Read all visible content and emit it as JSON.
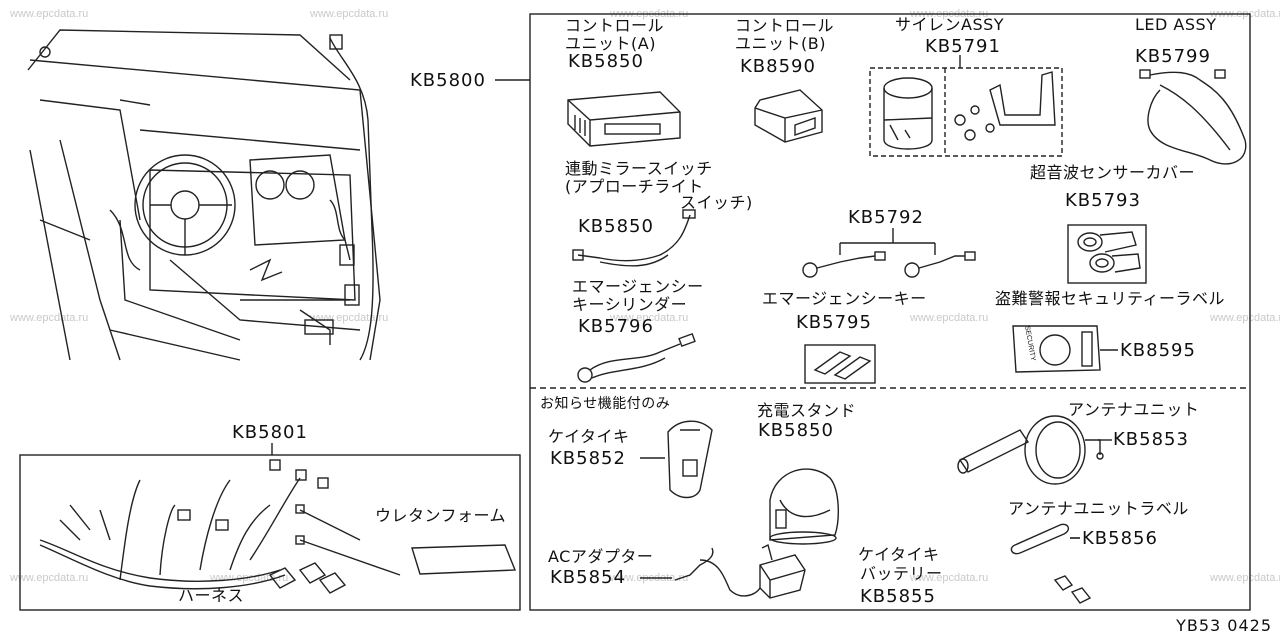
{
  "watermark": "www.epcdata.ru",
  "footer_code": "YB53 0425",
  "main_set_code": "KB5800",
  "harness_set_code": "KB5801",
  "parts": {
    "control_a": {
      "label_1": "コントロール",
      "label_2": "ユニット(A)",
      "code": "KB5850"
    },
    "control_b": {
      "label_1": "コントロール",
      "label_2": "ユニット(B)",
      "code": "KB8590"
    },
    "siren": {
      "label": "サイレンASSY",
      "code": "KB5791"
    },
    "led": {
      "label": "LED ASSY",
      "code": "KB5799"
    },
    "mirror_switch": {
      "label_1": "連動ミラースイッチ",
      "label_2": "(アプローチライト",
      "label_3": "スイッチ)",
      "code": "KB5850"
    },
    "emergency_key": {
      "label": "エマージェンシーキー",
      "code": "KB5792"
    },
    "sensor_cover": {
      "label": "超音波センサーカバー",
      "code": "KB5793"
    },
    "key_cylinder": {
      "label_1": "エマージェンシー",
      "label_2": "キーシリンダー",
      "code": "KB5796"
    },
    "key_5795": {
      "code": "KB5795"
    },
    "security_label": {
      "label": "盗難警報セキュリティーラベル",
      "code": "KB8595",
      "sticker_text": "SECURITY"
    },
    "notice_only": {
      "label": "お知らせ機能付のみ"
    },
    "keitaiki": {
      "label": "ケイタイキ",
      "code": "KB5852"
    },
    "charger": {
      "label": "充電スタンド",
      "code": "KB5850"
    },
    "antenna": {
      "label": "アンテナユニット",
      "code": "KB5853"
    },
    "antenna_label": {
      "label": "アンテナユニットラベル",
      "code": "KB5856"
    },
    "ac_adapter": {
      "label": "ACアダプター",
      "code": "KB5854"
    },
    "battery": {
      "label_1": "ケイタイキ",
      "label_2": "バッテリー",
      "code": "KB5855"
    },
    "urethane": {
      "label": "ウレタンフォーム"
    },
    "harness": {
      "label": "ハーネス"
    }
  }
}
